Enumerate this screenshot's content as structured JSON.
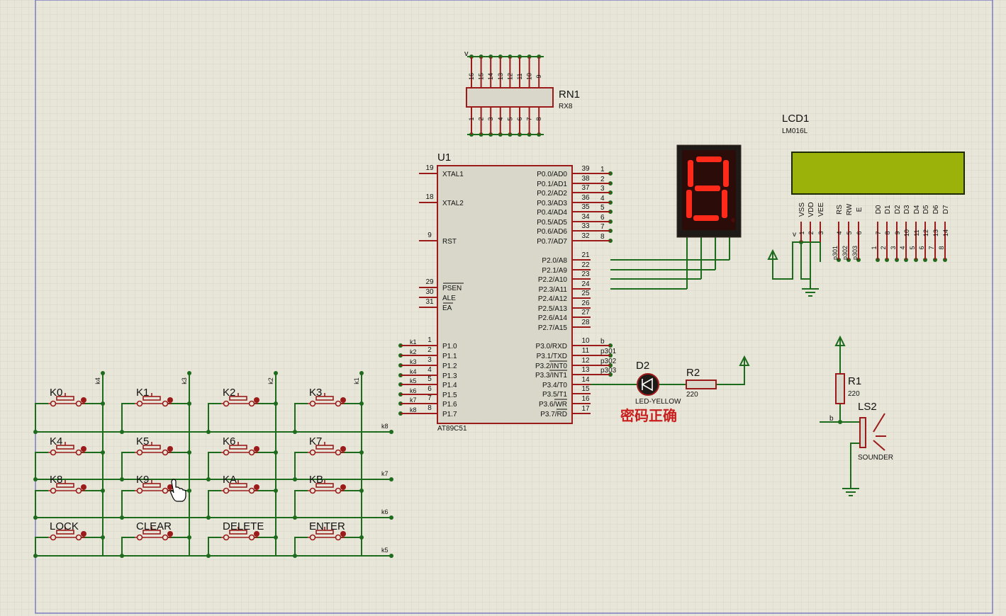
{
  "colors": {
    "background": "#e8e6d8",
    "grid": "#d6d4c6",
    "wire": "#1d6b1d",
    "component": "#9b1b1b",
    "chip_fill": "#d9d7c9",
    "text": "#111111",
    "annotation": "#c81e1e",
    "lcd_screen": "#9bb20a",
    "seg_on": "#ff2a1a",
    "seg_off": "#4a0d0a",
    "seg_body": "#1e1a18"
  },
  "rn1": {
    "ref": "RN1",
    "value": "RX8",
    "top_pins": [
      "16",
      "15",
      "14",
      "13",
      "12",
      "11",
      "10",
      "9"
    ],
    "bottom_pins": [
      "1",
      "2",
      "3",
      "4",
      "5",
      "6",
      "7",
      "8"
    ],
    "net_v": "v"
  },
  "u1": {
    "ref": "U1",
    "part": "AT89C51",
    "left_pins": [
      {
        "num": "19",
        "name": "XTAL1",
        "net": ""
      },
      {
        "num": "18",
        "name": "XTAL2",
        "net": ""
      },
      {
        "num": "9",
        "name": "RST",
        "net": ""
      },
      {
        "num": "29",
        "name": "PSEN",
        "net": ""
      },
      {
        "num": "30",
        "name": "ALE",
        "net": ""
      },
      {
        "num": "31",
        "name": "EA",
        "net": ""
      },
      {
        "num": "1",
        "name": "P1.0",
        "net": "k1"
      },
      {
        "num": "2",
        "name": "P1.1",
        "net": "k2"
      },
      {
        "num": "3",
        "name": "P1.2",
        "net": "k3"
      },
      {
        "num": "4",
        "name": "P1.3",
        "net": "k4"
      },
      {
        "num": "5",
        "name": "P1.4",
        "net": "k5"
      },
      {
        "num": "6",
        "name": "P1.5",
        "net": "k6"
      },
      {
        "num": "7",
        "name": "P1.6",
        "net": "k7"
      },
      {
        "num": "8",
        "name": "P1.7",
        "net": "k8"
      }
    ],
    "right_pins": [
      {
        "num": "39",
        "name": "P0.0/AD0",
        "net": "1"
      },
      {
        "num": "38",
        "name": "P0.1/AD1",
        "net": "2"
      },
      {
        "num": "37",
        "name": "P0.2/AD2",
        "net": "3"
      },
      {
        "num": "36",
        "name": "P0.3/AD3",
        "net": "4"
      },
      {
        "num": "35",
        "name": "P0.4/AD4",
        "net": "5"
      },
      {
        "num": "34",
        "name": "P0.5/AD5",
        "net": "6"
      },
      {
        "num": "33",
        "name": "P0.6/AD6",
        "net": "7"
      },
      {
        "num": "32",
        "name": "P0.7/AD7",
        "net": "8"
      },
      {
        "num": "21",
        "name": "P2.0/A8",
        "net": ""
      },
      {
        "num": "22",
        "name": "P2.1/A9",
        "net": ""
      },
      {
        "num": "23",
        "name": "P2.2/A10",
        "net": ""
      },
      {
        "num": "24",
        "name": "P2.3/A11",
        "net": ""
      },
      {
        "num": "25",
        "name": "P2.4/A12",
        "net": ""
      },
      {
        "num": "26",
        "name": "P2.5/A13",
        "net": ""
      },
      {
        "num": "27",
        "name": "P2.6/A14",
        "net": ""
      },
      {
        "num": "28",
        "name": "P2.7/A15",
        "net": ""
      },
      {
        "num": "10",
        "name": "P3.0/RXD",
        "net": "b"
      },
      {
        "num": "11",
        "name": "P3.1/TXD",
        "net": "p301"
      },
      {
        "num": "12",
        "name": "P3.2/INT0",
        "net": "p302"
      },
      {
        "num": "13",
        "name": "P3.3/INT1",
        "net": "p303"
      },
      {
        "num": "14",
        "name": "P3.4/T0",
        "net": ""
      },
      {
        "num": "15",
        "name": "P3.5/T1",
        "net": ""
      },
      {
        "num": "16",
        "name": "P3.6/WR",
        "net": ""
      },
      {
        "num": "17",
        "name": "P3.7/RD",
        "net": ""
      }
    ]
  },
  "lcd1": {
    "ref": "LCD1",
    "part": "LM016L",
    "pins": [
      {
        "name": "VSS",
        "num": "1"
      },
      {
        "name": "VDD",
        "num": "2"
      },
      {
        "name": "VEE",
        "num": "3"
      },
      {
        "name": "RS",
        "num": "4"
      },
      {
        "name": "RW",
        "num": "5"
      },
      {
        "name": "E",
        "num": "6"
      },
      {
        "name": "D0",
        "num": "7"
      },
      {
        "name": "D1",
        "num": "8"
      },
      {
        "name": "D2",
        "num": "9"
      },
      {
        "name": "D3",
        "num": "10"
      },
      {
        "name": "D4",
        "num": "11"
      },
      {
        "name": "D5",
        "num": "12"
      },
      {
        "name": "D6",
        "num": "13"
      },
      {
        "name": "D7",
        "num": "14"
      }
    ],
    "ctrl_nets": [
      "p301",
      "p302",
      "p303"
    ],
    "data_nets": [
      "1",
      "2",
      "3",
      "4",
      "5",
      "6",
      "7",
      "8"
    ],
    "vee_net": "v"
  },
  "d2": {
    "ref": "D2",
    "part": "LED-YELLOW"
  },
  "r2": {
    "ref": "R2",
    "value": "220"
  },
  "r1": {
    "ref": "R1",
    "value": "220"
  },
  "ls2": {
    "ref": "LS2",
    "part": "SOUNDER",
    "net": "b"
  },
  "status_text": "密码正确",
  "keypad": {
    "col_nets": [
      "k4",
      "k3",
      "k2",
      "k1"
    ],
    "row_nets": [
      "k8",
      "k7",
      "k6",
      "k5"
    ],
    "keys": [
      [
        "K0",
        "K1",
        "K2",
        "K3"
      ],
      [
        "K4",
        "K5",
        "K6",
        "K7"
      ],
      [
        "K8",
        "K9",
        "KA",
        "KB"
      ],
      [
        "LOCK",
        "CLEAR",
        "DELETE",
        "ENTER"
      ]
    ]
  }
}
